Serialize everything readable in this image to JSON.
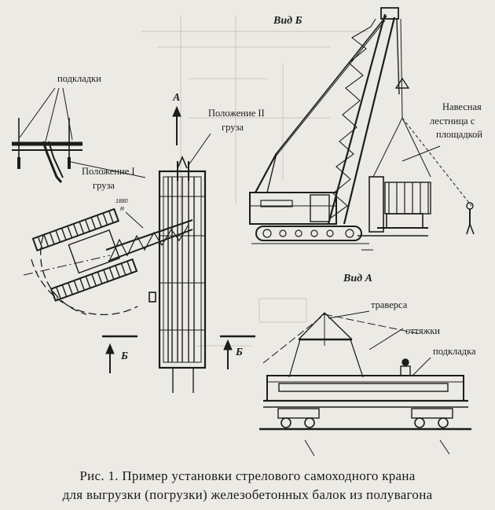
{
  "labels": {
    "podkladki": "подкладки",
    "position1_line1": "Положение I",
    "position1_line2": "груза",
    "position2_line1": "Положение II",
    "position2_line2": "груза",
    "arrow_a": "А",
    "arrow_b_left": "Б",
    "arrow_b_right": "Б",
    "dimension": "1880",
    "dimension_sub": "R",
    "view_b": "Вид Б",
    "view_a": "Вид А",
    "ladder_line1": "Навесная",
    "ladder_line2": "лестница с",
    "ladder_line3": "площадкой",
    "traversa": "траверса",
    "ottyazhki": "оттяжки",
    "podkladka": "подкладка"
  },
  "caption": {
    "line1": "Рис. 1. Пример установки стрелового самоходного крана",
    "line2": "для выгрузки (погрузки) железобетонных балок из полувагона"
  },
  "colors": {
    "paper": "#eceae4",
    "ink": "#1c1c1c",
    "ghost": "#c9c6be"
  }
}
